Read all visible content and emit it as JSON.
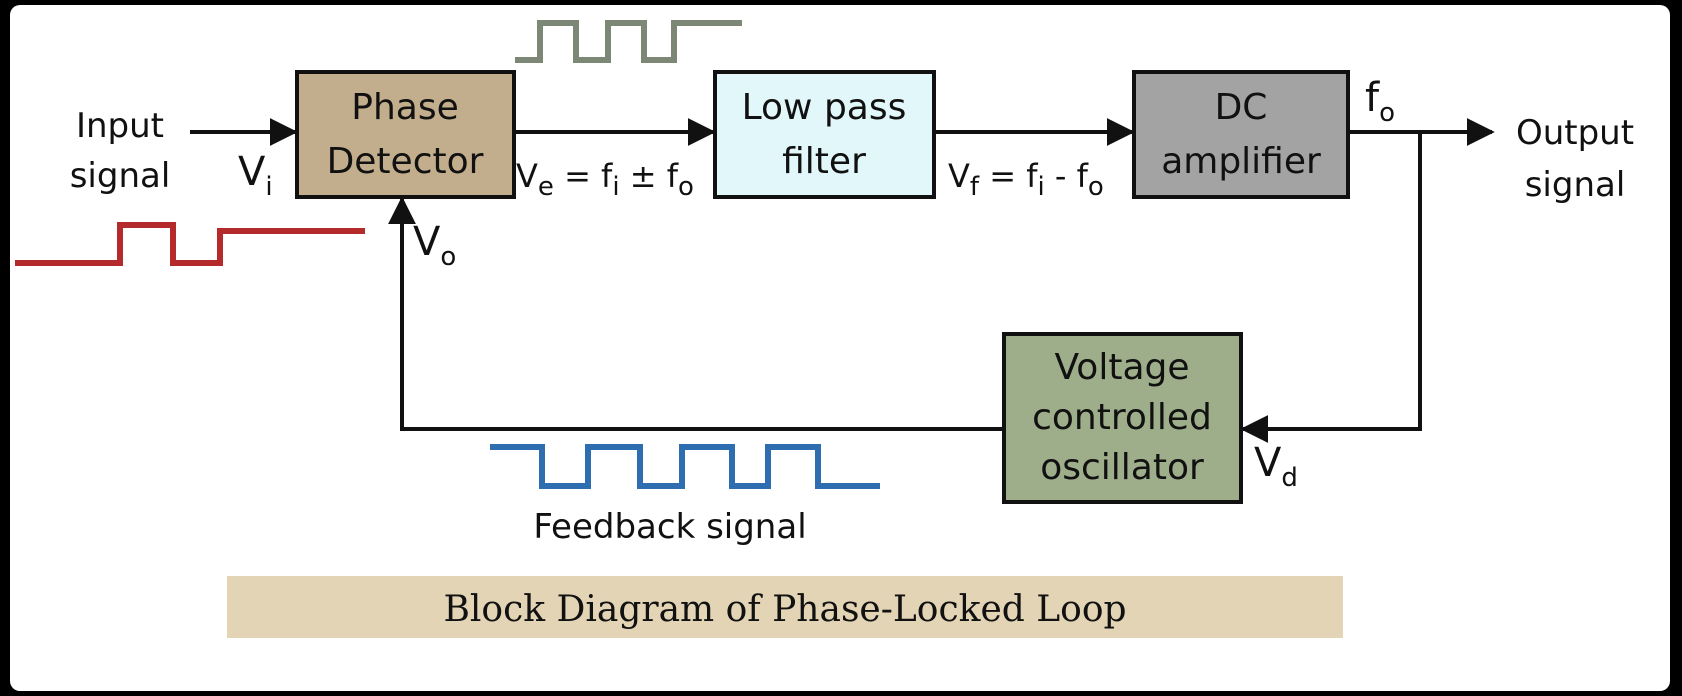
{
  "title": "Block Diagram of Phase-Locked Loop",
  "blocks": {
    "phase_detector": [
      "Phase",
      "Detector"
    ],
    "low_pass_filter": [
      "Low pass",
      "filter"
    ],
    "dc_amplifier": [
      "DC",
      "amplifier"
    ],
    "vco": [
      "Voltage",
      "controlled",
      "oscillator"
    ]
  },
  "io": {
    "input": [
      "Input",
      "signal"
    ],
    "output": [
      "Output",
      "signal"
    ],
    "feedback": "Feedback signal"
  },
  "symbols": {
    "vi": {
      "main": "V",
      "sub": "i"
    },
    "vo": {
      "main": "V",
      "sub": "o"
    },
    "vd": {
      "main": "V",
      "sub": "d"
    },
    "fo": {
      "main": "f",
      "sub": "o"
    },
    "ve_eq": {
      "lhs": "V",
      "lhs_sub": "e",
      "mid": " = f",
      "mid_sub": "i",
      "op": " ± f",
      "op_sub": "o"
    },
    "vf_eq": {
      "lhs": "V",
      "lhs_sub": "f",
      "mid": " = f",
      "mid_sub": "i",
      "op": " - f",
      "op_sub": "o"
    }
  },
  "colors": {
    "phase_detector": "#c2ae8c",
    "low_pass_filter": "#e2f7f9",
    "dc_amplifier": "#a3a3a3",
    "vco": "#9fae8a",
    "input_wave": "#b52a2a",
    "filter_wave": "#7c8775",
    "feedback_wave": "#2d6db0",
    "caption_band": "#e2d4b4"
  }
}
